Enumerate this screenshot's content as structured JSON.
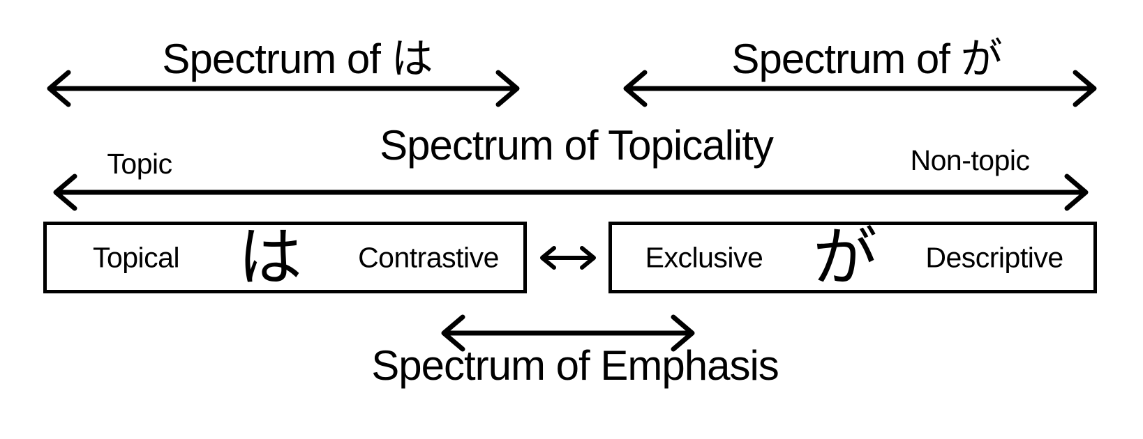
{
  "diagram": {
    "background_color": "#ffffff",
    "foreground_color": "#000000",
    "top_spectra": {
      "ha_title": "Spectrum of は",
      "ga_title": "Spectrum of が"
    },
    "topicality": {
      "title": "Spectrum of Topicality",
      "left_end_label": "Topic",
      "right_end_label": "Non-topic"
    },
    "ha_box": {
      "left_label": "Topical",
      "particle": "は",
      "right_label": "Contrastive"
    },
    "ga_box": {
      "left_label": "Exclusive",
      "particle": "が",
      "right_label": "Descriptive"
    },
    "emphasis": {
      "title": "Spectrum of Emphasis"
    },
    "icons": {
      "ha_spectrum_arrow": "double-headed-arrow",
      "ga_spectrum_arrow": "double-headed-arrow",
      "topicality_arrow": "double-headed-arrow",
      "boxes_link_arrow": "double-headed-arrow",
      "emphasis_arrow": "double-headed-arrow"
    }
  }
}
